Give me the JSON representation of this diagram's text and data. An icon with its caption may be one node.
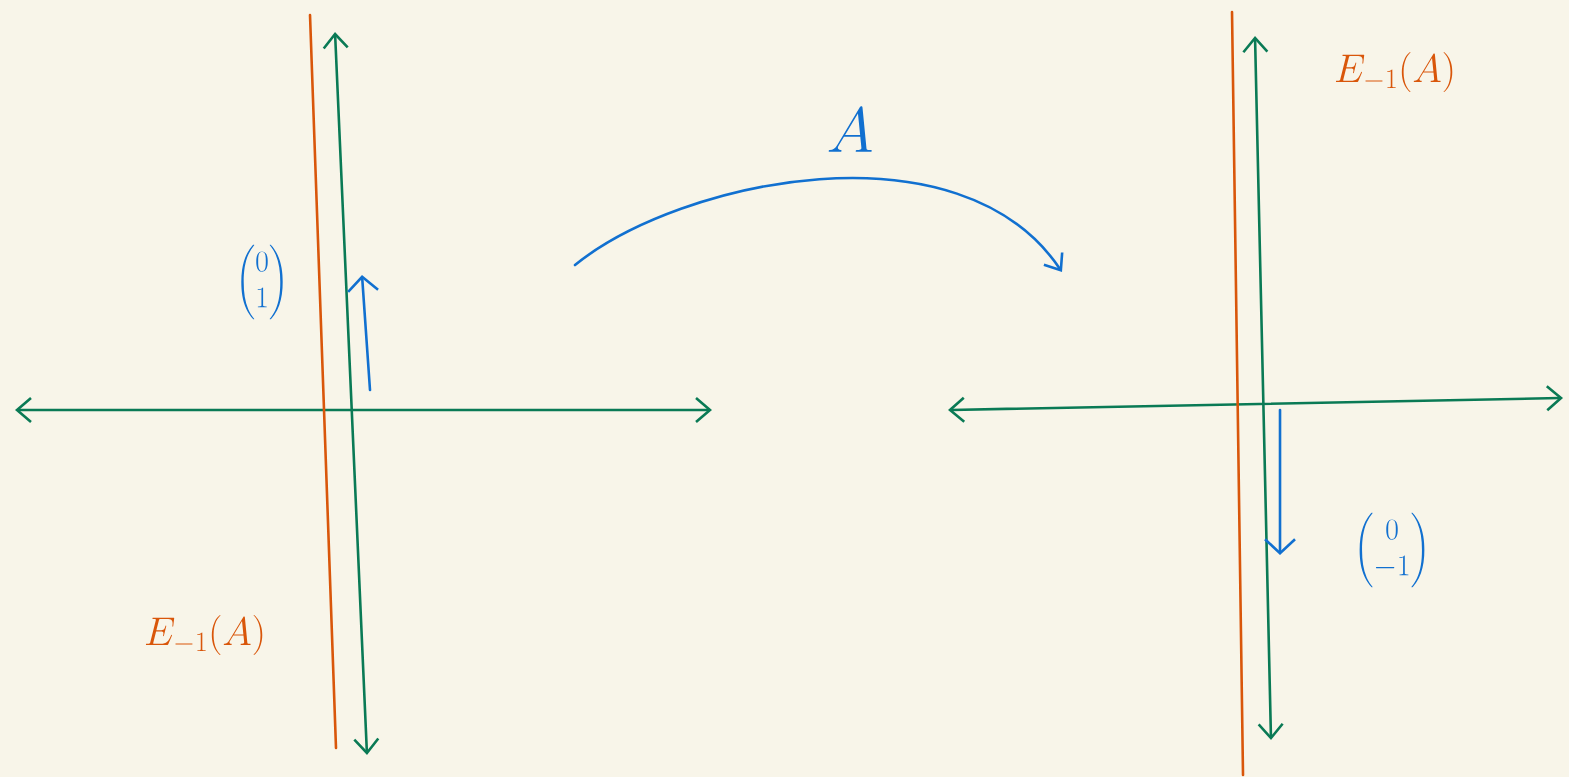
{
  "diagram": {
    "nodes": [
      {
        "text": [],
        "shape": "axes"
      },
      {
        "text": [],
        "shape": "axes"
      }
    ],
    "edges": [
      {
        "from": 0,
        "to": 1,
        "arrow": "to",
        "label": "A",
        "color": "#1170d0"
      }
    ],
    "labels": [
      "E_{-1}(A)",
      "\\begin{pmatrix}0\\\\1\\end{pmatrix}",
      "\\begin{pmatrix}0\\\\-1\\end{pmatrix}",
      "E_{-1}(A)"
    ]
  }
}
